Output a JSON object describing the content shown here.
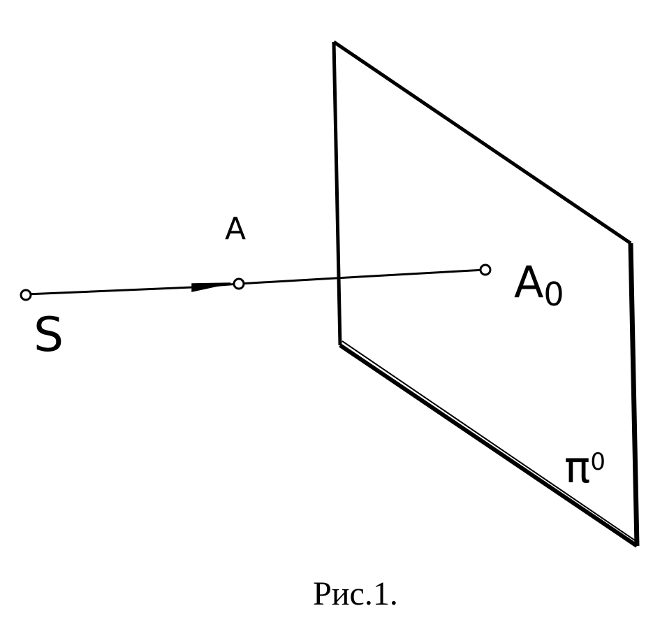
{
  "diagram": {
    "points": {
      "center_label": "S",
      "object_label": "A",
      "image_label": "A",
      "image_subscript": "0"
    },
    "plane": {
      "label": "π",
      "superscript": "0"
    },
    "caption": "Рис.1."
  }
}
